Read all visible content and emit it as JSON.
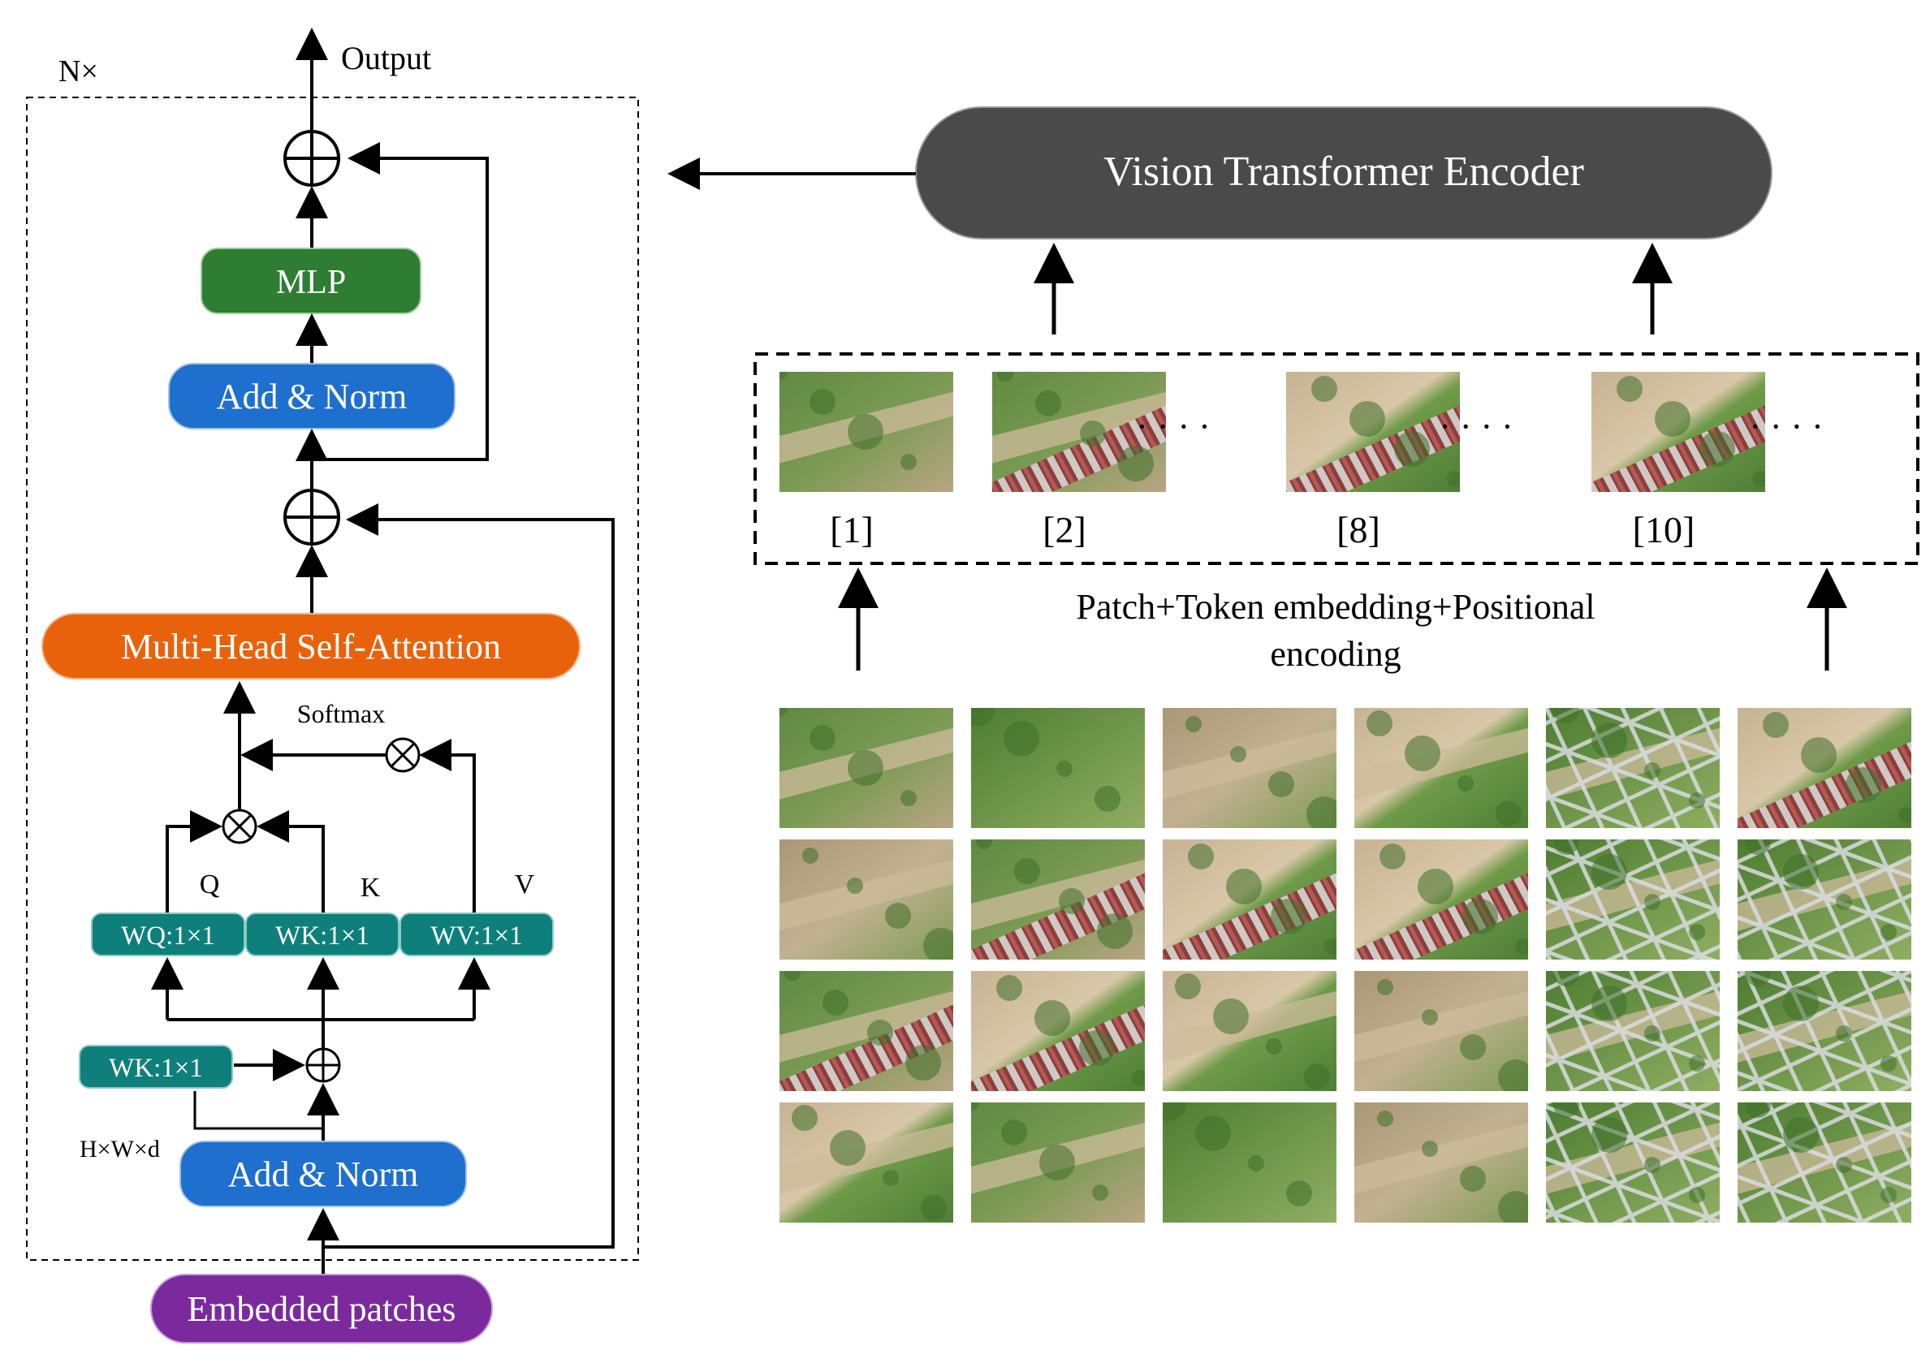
{
  "colors": {
    "mlp": "#2e7d32",
    "add_norm": "#1e6fce",
    "mhsa": "#e8620c",
    "weight": "#0e7f7a",
    "embedded": "#7b2a9e",
    "encoder": "#4a4a4a",
    "line": "#000000"
  },
  "encoder_block": {
    "repeat_label": "N×",
    "output_label": "Output",
    "mlp_label": "MLP",
    "add_norm_top_label": "Add & Norm",
    "mhsa_label": "Multi-Head Self-Attention",
    "softmax_label": "Softmax",
    "q_label": "Q",
    "k_label": "K",
    "v_label": "V",
    "wq_label": "WQ:1×1",
    "wk_label": "WK:1×1",
    "wv_label": "WV:1×1",
    "wk2_label": "WK:1×1",
    "hwd_label": "H×W×d",
    "add_norm_bottom_label": "Add & Norm",
    "input_label": "Embedded patches"
  },
  "vit": {
    "encoder_label": "Vision Transformer Encoder",
    "token_indices": [
      "[1]",
      "[2]",
      "[8]",
      "[10]"
    ],
    "ellipsis": "· · · ·",
    "embedding_line1": "Patch+Token embedding+Positional",
    "embedding_line2": "encoding"
  },
  "image_patch_grid": {
    "rows": 4,
    "cols": 6
  }
}
